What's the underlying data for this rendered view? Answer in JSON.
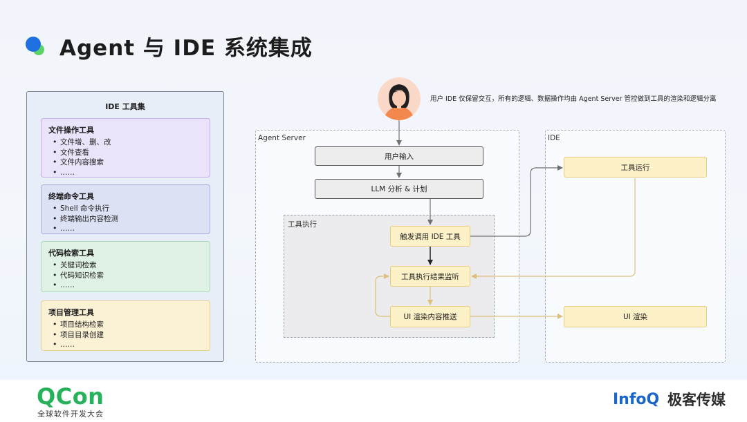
{
  "title": "Agent 与 IDE 系统集成",
  "tool_panel": {
    "title": "IDE 工具集",
    "groups": [
      {
        "title": "文件操作工具",
        "items": [
          "文件增、删、改",
          "文件查看",
          "文件内容搜索",
          "……"
        ]
      },
      {
        "title": "终端命令工具",
        "items": [
          "Shell 命令执行",
          "终端输出内容检测",
          "……"
        ]
      },
      {
        "title": "代码检索工具",
        "items": [
          "关键词检索",
          "代码知识检索",
          "……"
        ]
      },
      {
        "title": "项目管理工具",
        "items": [
          "项目结构检索",
          "项目目录创建",
          "……"
        ]
      }
    ]
  },
  "diagram": {
    "user_note": "用户 IDE 仅保留交互，所有的逻辑、数据操作均由 Agent Server 管控做到工具的渲染和逻辑分离",
    "agent_server_label": "Agent Server",
    "ide_label": "IDE",
    "tool_exec_label": "工具执行",
    "nodes": {
      "user_input": "用户输入",
      "llm": "LLM 分析 & 计划",
      "trigger": "触发调用 IDE 工具",
      "listen": "工具执行结果监听",
      "ui_push": "UI 渲染内容推送",
      "tool_run": "工具运行",
      "ui_render": "UI 渲染"
    }
  },
  "footer": {
    "qcon_logo": "QCon",
    "qcon_sub": "全球软件开发大会",
    "infoq_logo": "InfoQ",
    "geek_logo": "极客传媒"
  },
  "colors": {
    "accent_blue": "#1e6fe0",
    "accent_green": "#5ed36a",
    "flow_yellow": "#dcbf78",
    "flow_grey": "#707070"
  }
}
